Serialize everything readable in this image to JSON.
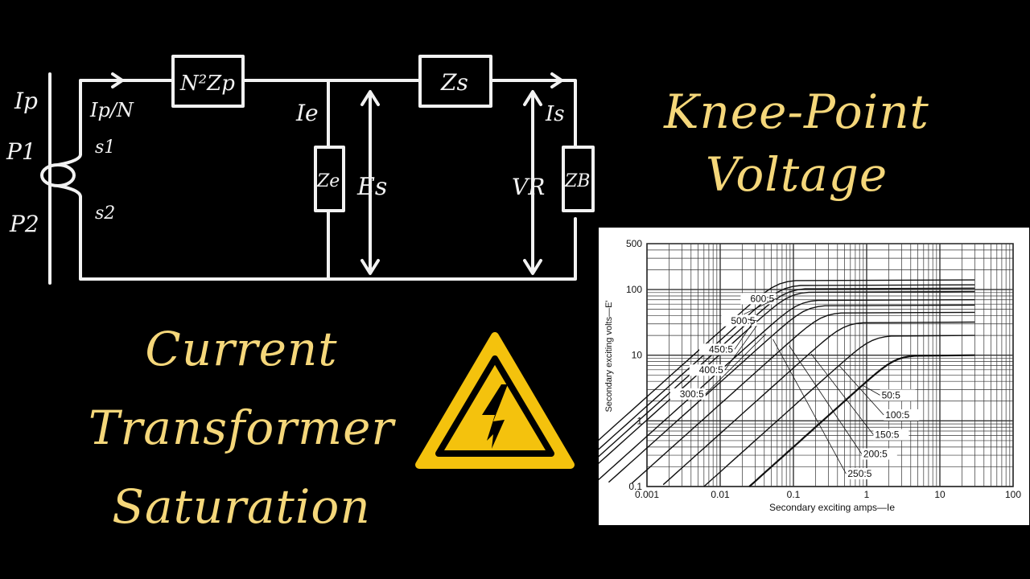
{
  "titles": {
    "knee_line1": "Knee-Point",
    "knee_line2": "Voltage",
    "ct_line1": "Current",
    "ct_line2": "Transformer",
    "ct_line3": "Saturation"
  },
  "circuit": {
    "ip": "Ip",
    "p1": "P1",
    "p2": "P2",
    "ip_over_n": "Ip/N",
    "s1": "s1",
    "s2": "s2",
    "n2zp": "N²Zp",
    "zs": "Zs",
    "ie": "Ie",
    "ze": "Ze",
    "es": "Es",
    "is": "Is",
    "vr": "VR",
    "zb": "ZB"
  },
  "warning_icon": "high-voltage-warning-icon",
  "colors": {
    "title": "#f5d77a",
    "wire": "#f2f2f2",
    "warning_yellow": "#f4c20d",
    "background": "#000000"
  },
  "chart_data": {
    "type": "line",
    "xlabel": "Secondary exciting amps—Ie",
    "ylabel": "Secondary exciting volts—E'",
    "xscale": "log",
    "yscale": "log",
    "xlim": [
      0.001,
      100
    ],
    "ylim": [
      0.1,
      500
    ],
    "xticks": [
      "0.001",
      "0.01",
      "0.1",
      "1",
      "10",
      "100"
    ],
    "yticks": [
      "500",
      "100",
      "10",
      "1",
      "0.1"
    ],
    "grid": true,
    "series": [
      {
        "name": "600:5",
        "knee": [
          0.06,
          120
        ],
        "sat": 140
      },
      {
        "name": "500:5",
        "knee": [
          0.07,
          100
        ],
        "sat": 118
      },
      {
        "name": "450:5",
        "knee": [
          0.08,
          90
        ],
        "sat": 105
      },
      {
        "name": "400:5",
        "knee": [
          0.09,
          80
        ],
        "sat": 93
      },
      {
        "name": "300:5",
        "knee": [
          0.12,
          60
        ],
        "sat": 70
      },
      {
        "name": "250:5",
        "knee": [
          0.15,
          50
        ],
        "sat": 58
      },
      {
        "name": "200:5",
        "knee": [
          0.25,
          40
        ],
        "sat": 45
      },
      {
        "name": "150:5",
        "knee": [
          0.5,
          30
        ],
        "sat": 32
      },
      {
        "name": "100:5",
        "knee": [
          1.2,
          20
        ],
        "sat": 20
      },
      {
        "name": "50:5",
        "knee": [
          2.5,
          10
        ],
        "sat": 10
      }
    ]
  }
}
